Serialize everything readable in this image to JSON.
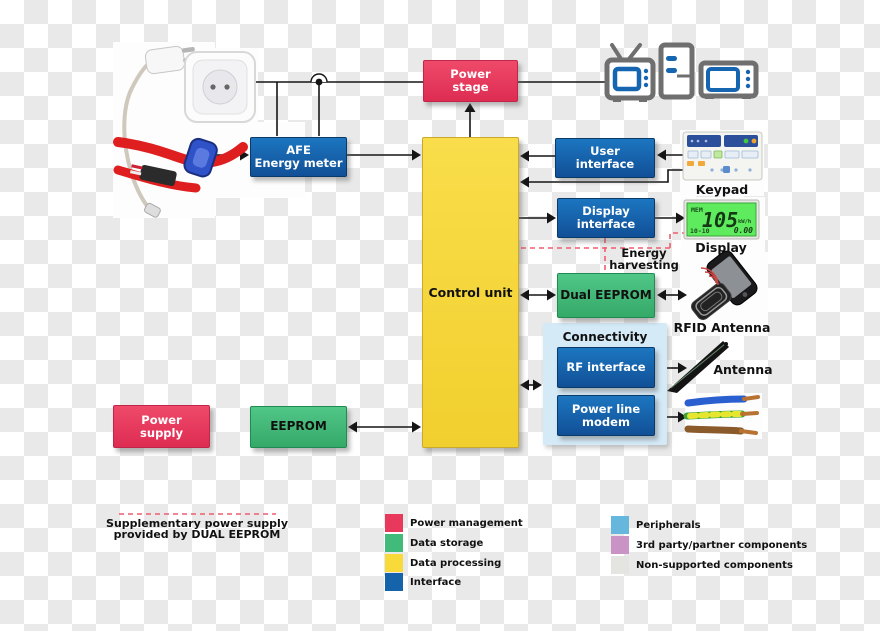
{
  "blocks": {
    "power_stage": {
      "label": "Power\nstage"
    },
    "afe": {
      "label": "AFE\nEnergy meter"
    },
    "control_unit": {
      "label": "Control unit"
    },
    "user_interface": {
      "label": "User\ninterface"
    },
    "display_interface": {
      "label": "Display\ninterface"
    },
    "dual_eeprom": {
      "label": "Dual EEPROM"
    },
    "connectivity": {
      "label": "Connectivity"
    },
    "rf_interface": {
      "label": "RF interface"
    },
    "power_line_modem": {
      "label": "Power line\nmodem"
    },
    "power_supply": {
      "label": "Power\nsupply"
    },
    "eeprom": {
      "label": "EEPROM"
    }
  },
  "captions": {
    "keypad": "Keypad",
    "display": "Display",
    "rfid_antenna": "RFID Antenna",
    "antenna": "Antenna",
    "energy_harvesting": "Energy\nharvesting"
  },
  "lcd": {
    "mem": "MEM",
    "value": "105",
    "unit": "kW/h",
    "bottom_left": "10-10",
    "bottom_right": "0.00"
  },
  "note": {
    "text": "Supplementary power supply\nprovided by DUAL EEPROM"
  },
  "legend": {
    "left": [
      {
        "label": "Power management",
        "color": "#e8395c"
      },
      {
        "label": "Data storage",
        "color": "#42bb7a"
      },
      {
        "label": "Data processing",
        "color": "#f8da3a"
      },
      {
        "label": "Interface",
        "color": "#1463ab"
      }
    ],
    "right": [
      {
        "label": "Peripherals",
        "color": "#65b7dd"
      },
      {
        "label": "3rd party/partner components",
        "color": "#ca93c5"
      },
      {
        "label": "Non-supported components",
        "color": "#e4e4e1"
      }
    ]
  },
  "colors": {
    "power_management": "#e8395c",
    "data_storage": "#42bb7a",
    "data_processing": "#f8da3a",
    "interface": "#1463ab",
    "peripherals_panel": "#d4eaf7",
    "energy_harvesting_dash": "#f05c6e"
  }
}
